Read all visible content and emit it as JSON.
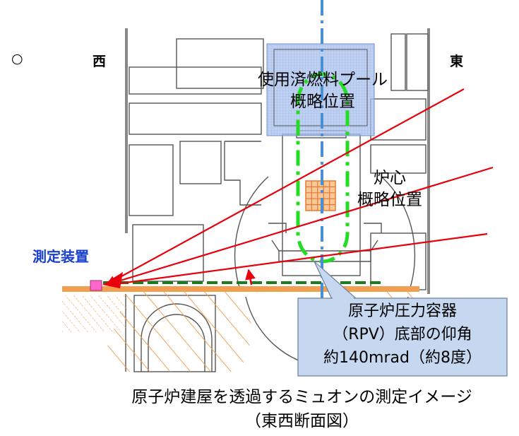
{
  "labels": {
    "marker": "○",
    "west": "西",
    "east": "東",
    "pool_line1": "使用済燃料プール",
    "pool_line2": "概略位置",
    "core_line1": "炉心",
    "core_line2": "概略位置",
    "device": "測定装置"
  },
  "callout": {
    "line1": "原子炉圧力容器",
    "line2": "（RPV）底部の仰角",
    "line3": "約140mrad（約8度）"
  },
  "caption": {
    "line1": "原子炉建屋を透過するミュオンの測定イメージ",
    "line2": "（東西断面図）"
  },
  "colors": {
    "ray": "#e8000b",
    "ground": "#f0a050",
    "device_box": "#ff66cc",
    "green_dashed": "#1e7a1e",
    "vessel_outline": "#22dd22",
    "axis": "#4a8ed6",
    "pool_fill": "#8fb0e6",
    "core_grid": "#e87a30",
    "callout_fill": "#c5d8f0",
    "device_label": "#1a3fcf"
  }
}
